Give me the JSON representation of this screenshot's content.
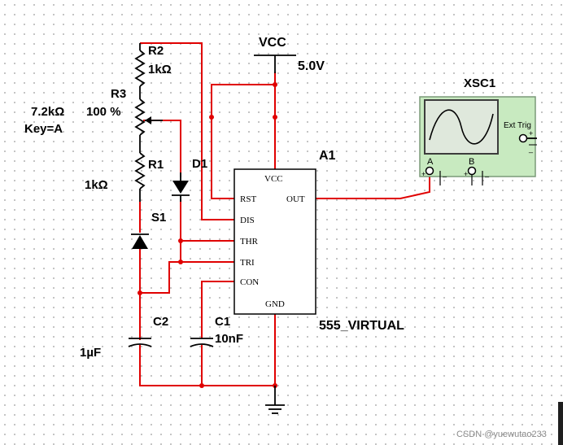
{
  "labels": {
    "vcc": "VCC",
    "vcc_value": "5.0V",
    "r2_name": "R2",
    "r2_value": "1kΩ",
    "r3_name": "R3",
    "r3_value": "7.2kΩ",
    "r3_percent": "100 %",
    "r3_key": "Key=A",
    "r1_name": "R1",
    "r1_value": "1kΩ",
    "d1_name": "D1",
    "s1_name": "S1",
    "c2_name": "C2",
    "c2_value": "1µF",
    "c1_name": "C1",
    "c1_value": "10nF",
    "ic_name": "A1",
    "ic_model": "555_VIRTUAL",
    "scope_name": "XSC1"
  },
  "ic_pins": {
    "vcc": "VCC",
    "rst": "RST",
    "out": "OUT",
    "dis": "DIS",
    "thr": "THR",
    "tri": "TRI",
    "con": "CON",
    "gnd": "GND"
  },
  "scope": {
    "ext_trig": "Ext Trig",
    "channel_a": "A",
    "channel_b": "B",
    "plus": "+",
    "minus": "_"
  },
  "watermark": "CSDN @yuewutao233",
  "colors": {
    "wire": "#e00000",
    "grid_dot": "#9a9a9a",
    "scope_body": "#c8eac0",
    "component": "#000000"
  }
}
